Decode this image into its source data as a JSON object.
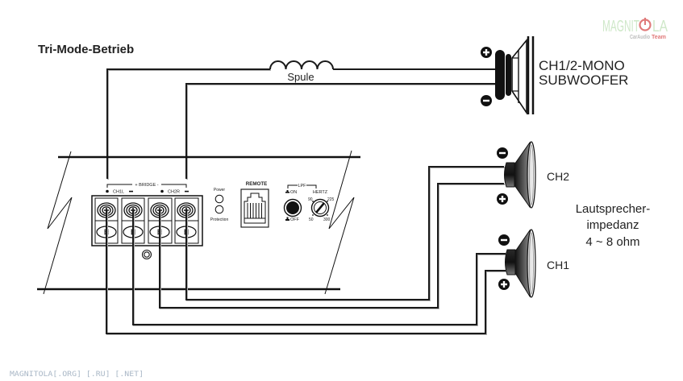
{
  "title": "Tri-Mode-Betrieb",
  "watermark": {
    "brand_prefix": "MAGNIT",
    "brand_o": "O",
    "brand_suffix": "LA",
    "tagline_1": "CarAudio",
    "tagline_2": "Team",
    "footer": "MAGNITOLA[.ORG] [.RU] [.NET]"
  },
  "coil": {
    "label": "Spule"
  },
  "subwoofer": {
    "line1": "CH1/2-MONO",
    "line2": "SUBWOOFER",
    "polarity_top": "plus-icon",
    "polarity_bottom": "minus-icon"
  },
  "speakers": [
    {
      "label": "CH2",
      "polarity_top": "minus-icon",
      "polarity_bottom": "plus-icon"
    },
    {
      "label": "CH1",
      "polarity_top": "minus-icon",
      "polarity_bottom": "plus-icon"
    }
  ],
  "impedance": {
    "line1": "Lautsprecher-",
    "line2": "impedanz",
    "line3": "4 ~ 8 ohm"
  },
  "amplifier": {
    "bridge_label": "+ BRIDGE -",
    "channels": [
      {
        "label": "CH1L"
      },
      {
        "label": "CH2R"
      }
    ],
    "power_label": "Power",
    "protection_label": "Protection",
    "remote_label": "REMOTE",
    "lpf": {
      "label": "LPF",
      "on": "ON",
      "off": "OFF",
      "hertz": "HERTZ",
      "ticks": [
        "90",
        "225",
        "50",
        "300"
      ]
    }
  },
  "colors": {
    "line": "#1a1a1a",
    "wire_shadow": "#b0b0b0",
    "watermark_green": "#cfe8c9",
    "watermark_red": "#e07a7a",
    "watermark_gray": "#bdbdbd",
    "footer_text": "#a9b7c6"
  }
}
